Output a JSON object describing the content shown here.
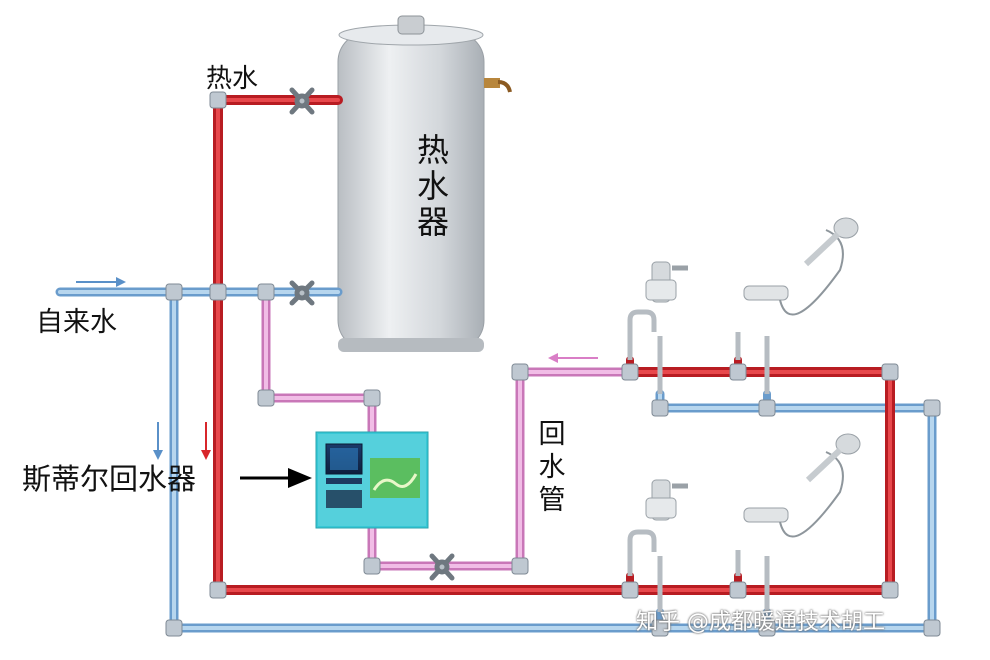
{
  "labels": {
    "hot_water": "热水",
    "tap_water": "自来水",
    "water_heater": "热水器",
    "return_pipe": "回水管",
    "return_device": "斯蒂尔回水器"
  },
  "watermark": "知乎 @成都暖通技术胡工",
  "colors": {
    "hot_pipe": "#d8262b",
    "cold_pipe": "#86b6da",
    "return_pipe": "#e59ad5",
    "tank": "#d5d9dd",
    "device_panel": "#37c8d6"
  }
}
